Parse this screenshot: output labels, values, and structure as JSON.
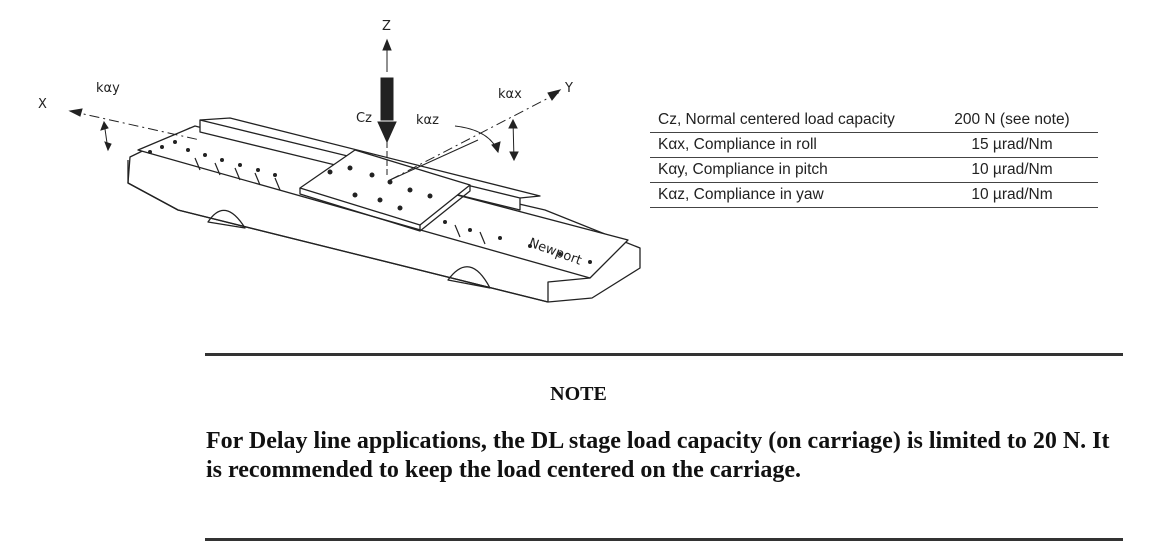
{
  "figure": {
    "axis_labels": {
      "x": "X",
      "y": "Y",
      "z": "Z",
      "cz": "Cz",
      "kay": "kαy",
      "kax": "kαx",
      "kaz": "kαz",
      "brand": "Newport"
    }
  },
  "specs": [
    {
      "label": "Cz, Normal centered load capacity",
      "value": "200 N (see note)"
    },
    {
      "label": "Kαx, Compliance in roll",
      "value": "15 µrad/Nm"
    },
    {
      "label": "Kαy, Compliance in pitch",
      "value": "10 µrad/Nm"
    },
    {
      "label": "Kαz, Compliance in yaw",
      "value": "10 µrad/Nm"
    }
  ],
  "note": {
    "title": "NOTE",
    "body": "For Delay line applications, the DL stage load capacity (on carriage) is limited to 20 N. It is recommended to keep the load centered on the carriage."
  }
}
